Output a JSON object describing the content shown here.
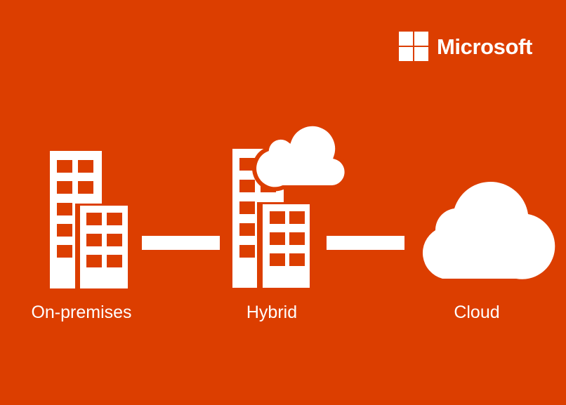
{
  "brand": {
    "name": "Microsoft",
    "logo_icon": "microsoft-four-squares-logo"
  },
  "colors": {
    "background": "#DC3E00",
    "foreground": "#FFFFFF"
  },
  "stages": [
    {
      "label": "On-premises",
      "icon": "office-buildings-icon"
    },
    {
      "label": "Hybrid",
      "icon": "buildings-with-cloud-icon"
    },
    {
      "label": "Cloud",
      "icon": "cloud-icon"
    }
  ],
  "connectors": [
    "on-premises-to-hybrid",
    "hybrid-to-cloud"
  ]
}
